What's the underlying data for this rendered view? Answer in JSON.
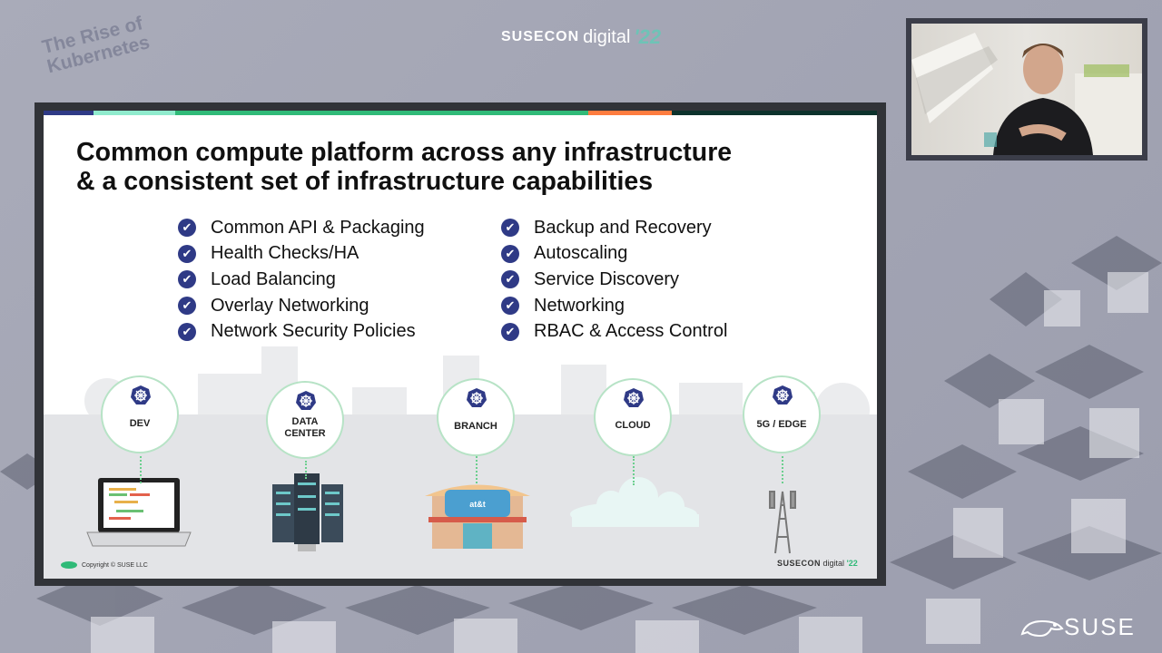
{
  "event": {
    "corner_title_line1": "The Rise of",
    "corner_title_line2": "Kubernetes",
    "brand_suse": "SUSECON",
    "brand_digital": "digital",
    "brand_year": "'22",
    "corner_logo": "SUSE"
  },
  "slide": {
    "title_line1": "Common compute platform across any infrastructure",
    "title_line2": "& a consistent set of infrastructure capabilities",
    "left_features": [
      "Common API & Packaging",
      "Health Checks/HA",
      "Load Balancing",
      "Overlay Networking",
      "Network Security Policies"
    ],
    "right_features": [
      "Backup and Recovery",
      "Autoscaling",
      "Service Discovery",
      "Networking",
      "RBAC & Access Control"
    ],
    "nodes": [
      {
        "label_line1": "DEV",
        "label_line2": ""
      },
      {
        "label_line1": "DATA",
        "label_line2": "CENTER"
      },
      {
        "label_line1": "BRANCH",
        "label_line2": ""
      },
      {
        "label_line1": "CLOUD",
        "label_line2": ""
      },
      {
        "label_line1": "5G / EDGE",
        "label_line2": ""
      }
    ],
    "branch_logo_text": "at&t",
    "copyright": "Copyright © SUSE LLC",
    "footer_brand_suse": "SUSECON",
    "footer_brand_digital": "digital",
    "footer_brand_year": "'22"
  },
  "colors": {
    "accent_navy": "#2f3a86",
    "accent_green": "#30ba78",
    "accent_teal": "#90ebcd",
    "accent_orange": "#fe7c3f"
  }
}
